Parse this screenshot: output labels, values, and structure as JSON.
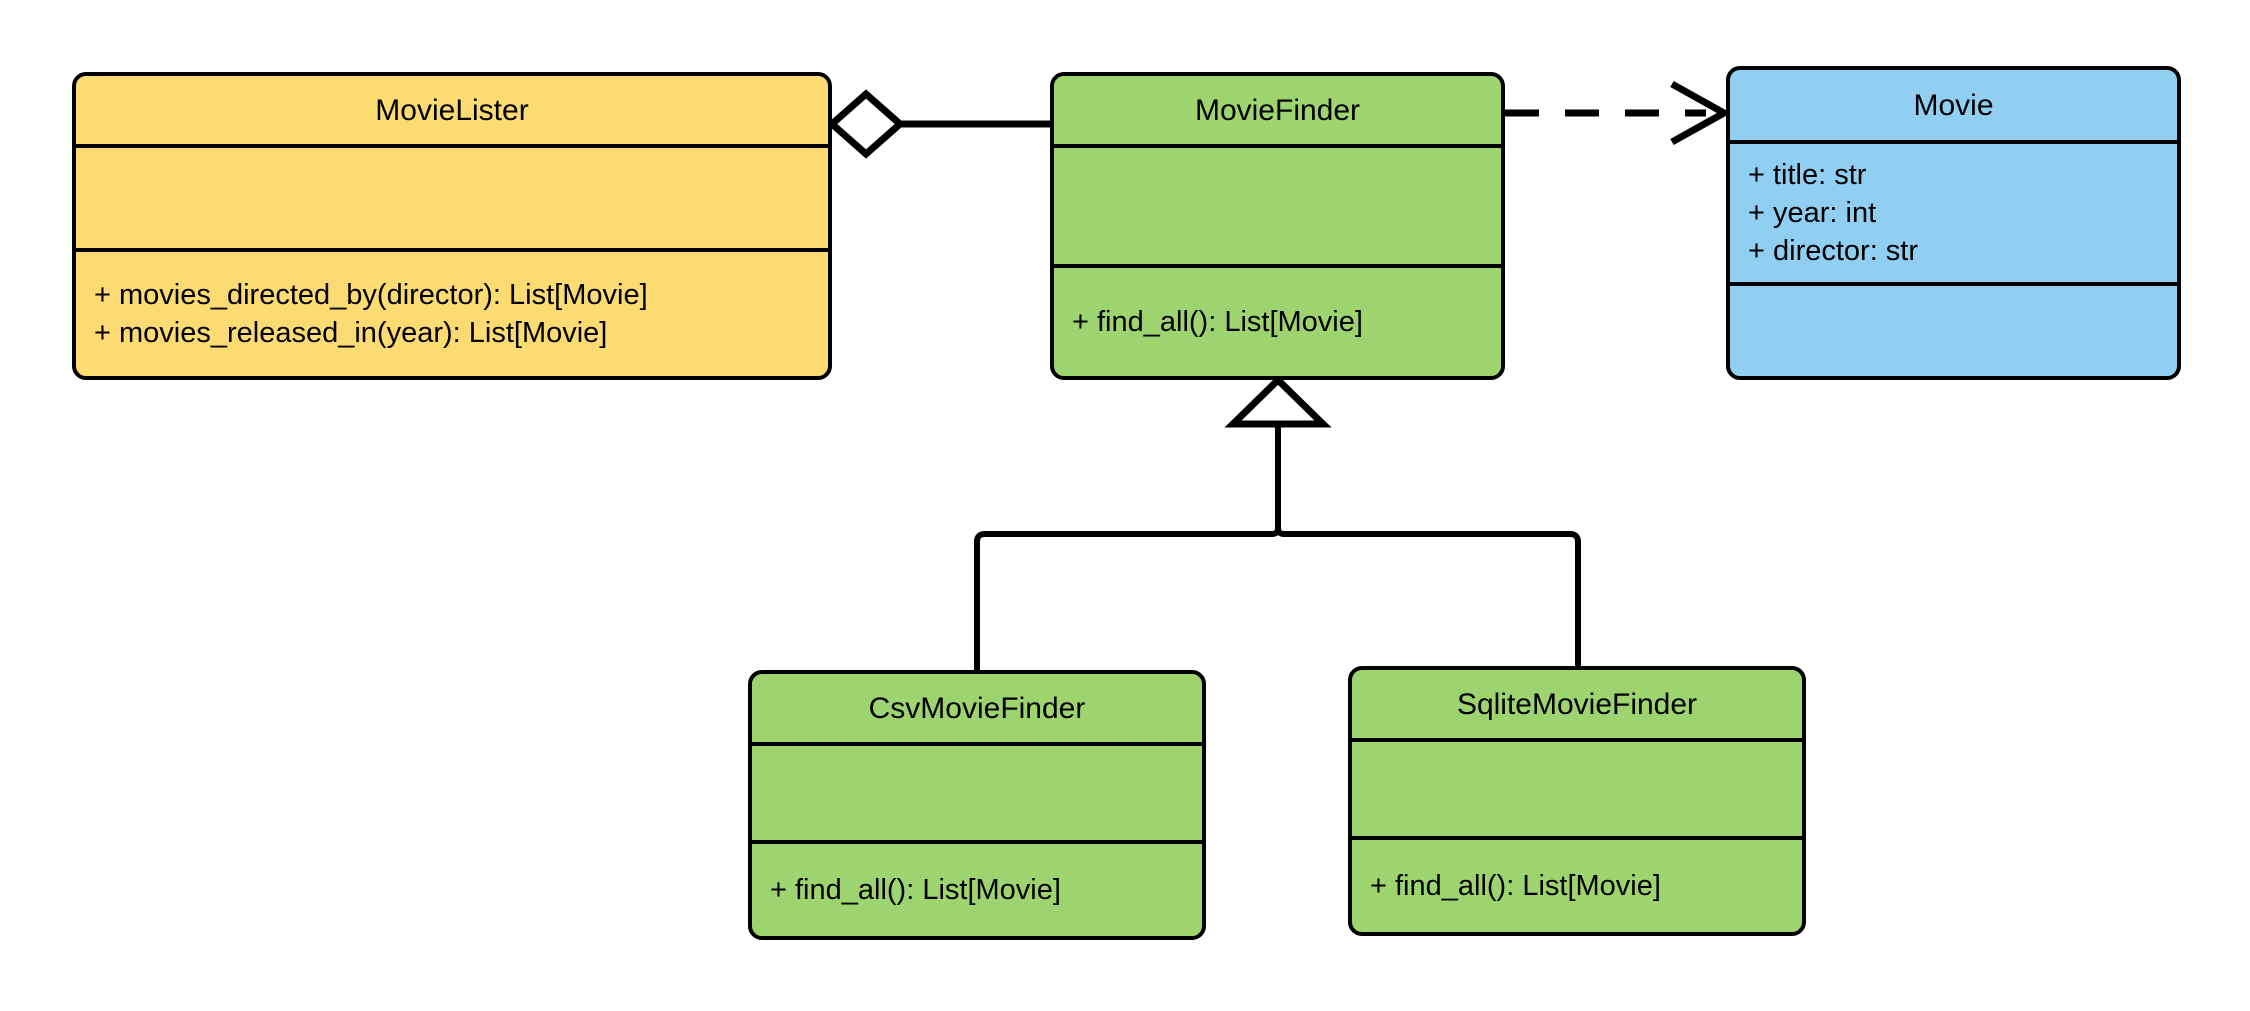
{
  "diagram": {
    "type": "uml-class-diagram",
    "title": "",
    "background": "#FFFFFF",
    "colors": {
      "yellow": "#FCDB72",
      "green": "#9ED470",
      "blue": "#90CEF2",
      "stroke": "#000000"
    }
  },
  "classes": [
    {
      "id": "movielister",
      "name": "MovieLister",
      "fill": "#FCDB72",
      "attributes": [],
      "operations": [
        "+ movies_directed_by(director): List[Movie]",
        "+ movies_released_in(year): List[Movie]"
      ]
    },
    {
      "id": "moviefinder",
      "name": "MovieFinder",
      "fill": "#9ED470",
      "attributes": [],
      "operations": [
        "+ find_all(): List[Movie]"
      ]
    },
    {
      "id": "movie",
      "name": "Movie",
      "fill": "#90CEF2",
      "attributes": [
        "+ title: str",
        "+ year: int",
        "+ director: str"
      ],
      "operations": []
    },
    {
      "id": "csvmoviefinder",
      "name": "CsvMovieFinder",
      "fill": "#9ED470",
      "attributes": [],
      "operations": [
        "+ find_all(): List[Movie]"
      ]
    },
    {
      "id": "sqlitemoviefinder",
      "name": "SqliteMovieFinder",
      "fill": "#9ED470",
      "attributes": [],
      "operations": [
        "+ find_all(): List[Movie]"
      ]
    }
  ],
  "relationships": [
    {
      "id": "rel-aggregation",
      "kind": "aggregation",
      "from": "MovieLister",
      "to": "MovieFinder",
      "line": "solid",
      "source_marker": "hollow-diamond",
      "target_marker": "none",
      "label": ""
    },
    {
      "id": "rel-dependency",
      "kind": "dependency",
      "from": "MovieFinder",
      "to": "Movie",
      "line": "dashed",
      "source_marker": "none",
      "target_marker": "open-arrow",
      "label": ""
    },
    {
      "id": "rel-inherit-csv",
      "kind": "generalization",
      "from": "CsvMovieFinder",
      "to": "MovieFinder",
      "line": "solid",
      "source_marker": "none",
      "target_marker": "hollow-triangle",
      "label": ""
    },
    {
      "id": "rel-inherit-sqlite",
      "kind": "generalization",
      "from": "SqliteMovieFinder",
      "to": "MovieFinder",
      "line": "solid",
      "source_marker": "none",
      "target_marker": "hollow-triangle",
      "label": ""
    }
  ]
}
